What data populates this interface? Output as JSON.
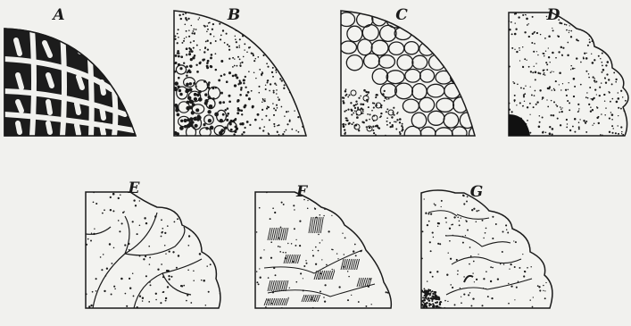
{
  "figure": {
    "panels": [
      {
        "id": "A",
        "label": "A"
      },
      {
        "id": "B",
        "label": "B"
      },
      {
        "id": "C",
        "label": "C"
      },
      {
        "id": "D",
        "label": "D"
      },
      {
        "id": "E",
        "label": "E"
      },
      {
        "id": "F",
        "label": "F"
      },
      {
        "id": "G",
        "label": "G"
      }
    ]
  },
  "colors": {
    "ink": "#1a1a1a",
    "paper": "#f1f1ee"
  }
}
